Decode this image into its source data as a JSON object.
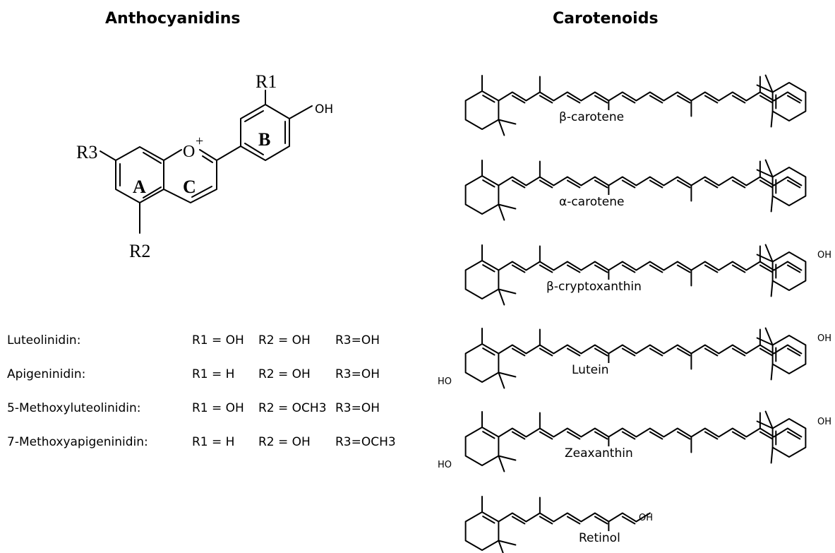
{
  "titles": {
    "left": "Anthocyanidins",
    "right": "Carotenoids"
  },
  "core_labels": {
    "r1": "R1",
    "r2": "R2",
    "r3": "R3",
    "oh": "OH",
    "oxonium": "O",
    "charge": "+",
    "ring_a": "A",
    "ring_b": "B",
    "ring_c": "C"
  },
  "anthocyanidins": [
    {
      "name": "Luteolinidin:",
      "r1": "R1 = OH",
      "r2": "R2 = OH",
      "r3": "R3=OH"
    },
    {
      "name": "Apigeninidin:",
      "r1": "R1 = H",
      "r2": "R2 = OH",
      "r3": "R3=OH"
    },
    {
      "name": "5-Methoxyluteolinidin:",
      "r1": "R1 = OH",
      "r2": "R2 = OCH3",
      "r3": "R3=OH"
    },
    {
      "name": "7-Methoxyapigeninidin:",
      "r1": "R1 = H",
      "r2": "R2 = OH",
      "r3": "R3=OCH3"
    }
  ],
  "carotenoids": [
    {
      "name": "β-carotene"
    },
    {
      "name": "α-carotene"
    },
    {
      "name": "β-cryptoxanthin",
      "oh_right": "OH"
    },
    {
      "name": "Lutein",
      "oh_left": "HO",
      "oh_right": "OH"
    },
    {
      "name": "Zeaxanthin",
      "oh_left": "HO",
      "oh_right": "OH"
    },
    {
      "name": "Retinol",
      "oh_right": "OH"
    }
  ]
}
